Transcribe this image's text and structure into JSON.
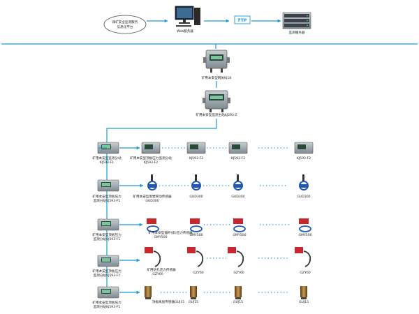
{
  "top": {
    "cloud_label_1": "煤矿安全监测服务",
    "cloud_label_2": "信息化平台",
    "web_server": "Web服务器",
    "ftp": "FTP",
    "data_server": "监测服务器"
  },
  "center": {
    "main_station": "矿用本安型网关KJ18",
    "sub_station": "矿用本安型监测主站KJ593-Z"
  },
  "rows": {
    "r1": {
      "left_l1": "矿用本安型监测分站",
      "left_l2": "KJ593-F1",
      "c1_l1": "矿用本安型顶板压力监测分站",
      "c1_l2": "KJ593-F2",
      "c2": "KJ593-F2",
      "c3": "KJ593-F2",
      "c4": "KJ593-F2"
    },
    "r2": {
      "left_l1": "矿用本安型顶板压力",
      "left_l2": "监测分站KJ593-F1",
      "c1_l1": "矿用本安型围岩移动传感器",
      "c1_l2": "GUD300",
      "c2": "GUD300",
      "c3": "GUD300",
      "c4": "GUD300"
    },
    "r3": {
      "left_l1": "矿用本安型顶板压力",
      "left_l2": "监测分站KJ593-F1",
      "c1_l1": "矿用本安型锚杆(索)应力传感器",
      "c1_l2": "GMY500",
      "c2": "GMY500",
      "c3": "GMY500",
      "c4": "GMY500"
    },
    "r4": {
      "left_l1": "矿用本安型顶板压力",
      "left_l2": "监测分站KJ593-F1",
      "c1_l1": "矿用钻孔应力传感器",
      "c1_l2": "GZY60",
      "c2": "GZY60",
      "c3": "GZY60",
      "c4": "GZY60"
    },
    "r5": {
      "left_l1": "矿用本安型顶板压力",
      "left_l2": "监测分站KJ593-F1",
      "c1": "顶板离层传感器GUJ15",
      "c2": "GUJ15",
      "c3": "GUJ15",
      "c4": "GUJ15"
    }
  },
  "colors": {
    "line": "#1a9bd7",
    "device": "#8c969c",
    "sensor_blue": "#1f57b4",
    "sensor_red": "#c8282d",
    "cylinder": "#8a5a22"
  }
}
